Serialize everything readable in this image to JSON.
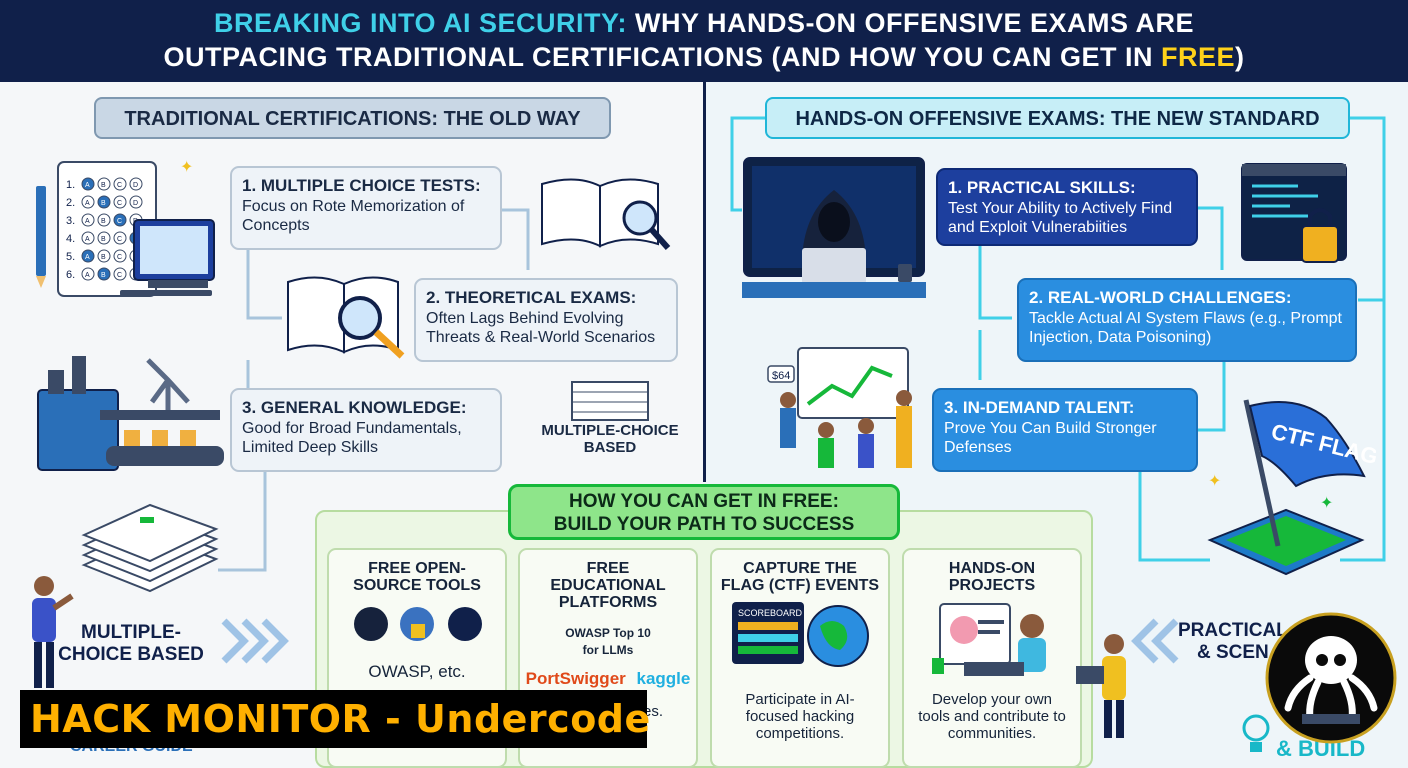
{
  "header": {
    "line1_highlight": "BREAKING INTO AI SECURITY:",
    "line1_rest": "WHY HANDS-ON OFFENSIVE EXAMS ARE",
    "line2_rest": "OUTPACING TRADITIONAL CERTIFICATIONS (AND HOW YOU CAN GET IN",
    "line2_highlight": "FREE",
    "line2_end": ")"
  },
  "left": {
    "title": "TRADITIONAL CERTIFICATIONS: THE OLD WAY",
    "cards": [
      {
        "title": "1. MULTIPLE CHOICE TESTS:",
        "desc": "Focus on Rote Memorization of Concepts"
      },
      {
        "title": "2. THEORETICAL EXAMS:",
        "desc": "Often Lags Behind Evolving Threats & Real-World Scenarios"
      },
      {
        "title": "3. GENERAL KNOWLEDGE:",
        "desc": "Good for Broad Fundamentals, Limited Deep Skills"
      }
    ],
    "stack_tag": "MULTIPLE-CHOICE BASED",
    "bottom_label": "MULTIPLE-CHOICE BASED",
    "quiz_numbers": [
      "1.",
      "2.",
      "3.",
      "4.",
      "5.",
      "6."
    ],
    "quiz_options": [
      "A",
      "B",
      "C",
      "D"
    ]
  },
  "right": {
    "title": "HANDS-ON OFFENSIVE EXAMS: THE NEW STANDARD",
    "cards": [
      {
        "title": "1. PRACTICAL SKILLS:",
        "desc": "Test Your Ability to Actively Find and Exploit Vulnerabiities"
      },
      {
        "title": "2. REAL-WORLD CHALLENGES:",
        "desc": "Tackle Actual AI System Flaws (e.g., Prompt Injection, Data Poisoning)"
      },
      {
        "title": "3. IN-DEMAND TALENT:",
        "desc": "Prove You Can Build Stronger Defenses"
      }
    ],
    "flag_text": "CTF FLAG",
    "chart_badge": "$64",
    "bottom_label_line1": "PRACTICAL",
    "bottom_label_line2": "& SCEN"
  },
  "free": {
    "title_line1": "HOW YOU CAN GET IN FREE:",
    "title_line2": "BUILD YOUR PATH TO SUCCESS",
    "columns": [
      {
        "title": "FREE OPEN-SOURCE TOOLS",
        "extra": "OWASP, etc.",
        "desc": ""
      },
      {
        "title": "FREE EDUCATIONAL PLATFORMS",
        "extra": "OWASP Top 10 for LLMs",
        "logo1": "PortSwigger",
        "logo2": "kaggle",
        "desc": "...ncepts ...nges."
      },
      {
        "title": "CAPTURE THE FLAG (CTF) EVENTS",
        "screen": "SCOREBOARD",
        "desc": "Participate in AI-focused hacking competitions."
      },
      {
        "title": "HANDS-ON PROJECTS",
        "desc": "Develop your own tools and contribute to communities."
      }
    ]
  },
  "watermark": {
    "text": "HACK MONITOR - Undercode"
  },
  "footer": {
    "left_fragment": "CAREER GUIDE",
    "right_fragment": "& BUILD"
  },
  "colors": {
    "navy": "#10204a",
    "cyan": "#3fd0e8",
    "yellow": "#ffd21a",
    "green": "#16b83a",
    "blue": "#2a8ee0",
    "dark_blue": "#1d3f9e"
  }
}
